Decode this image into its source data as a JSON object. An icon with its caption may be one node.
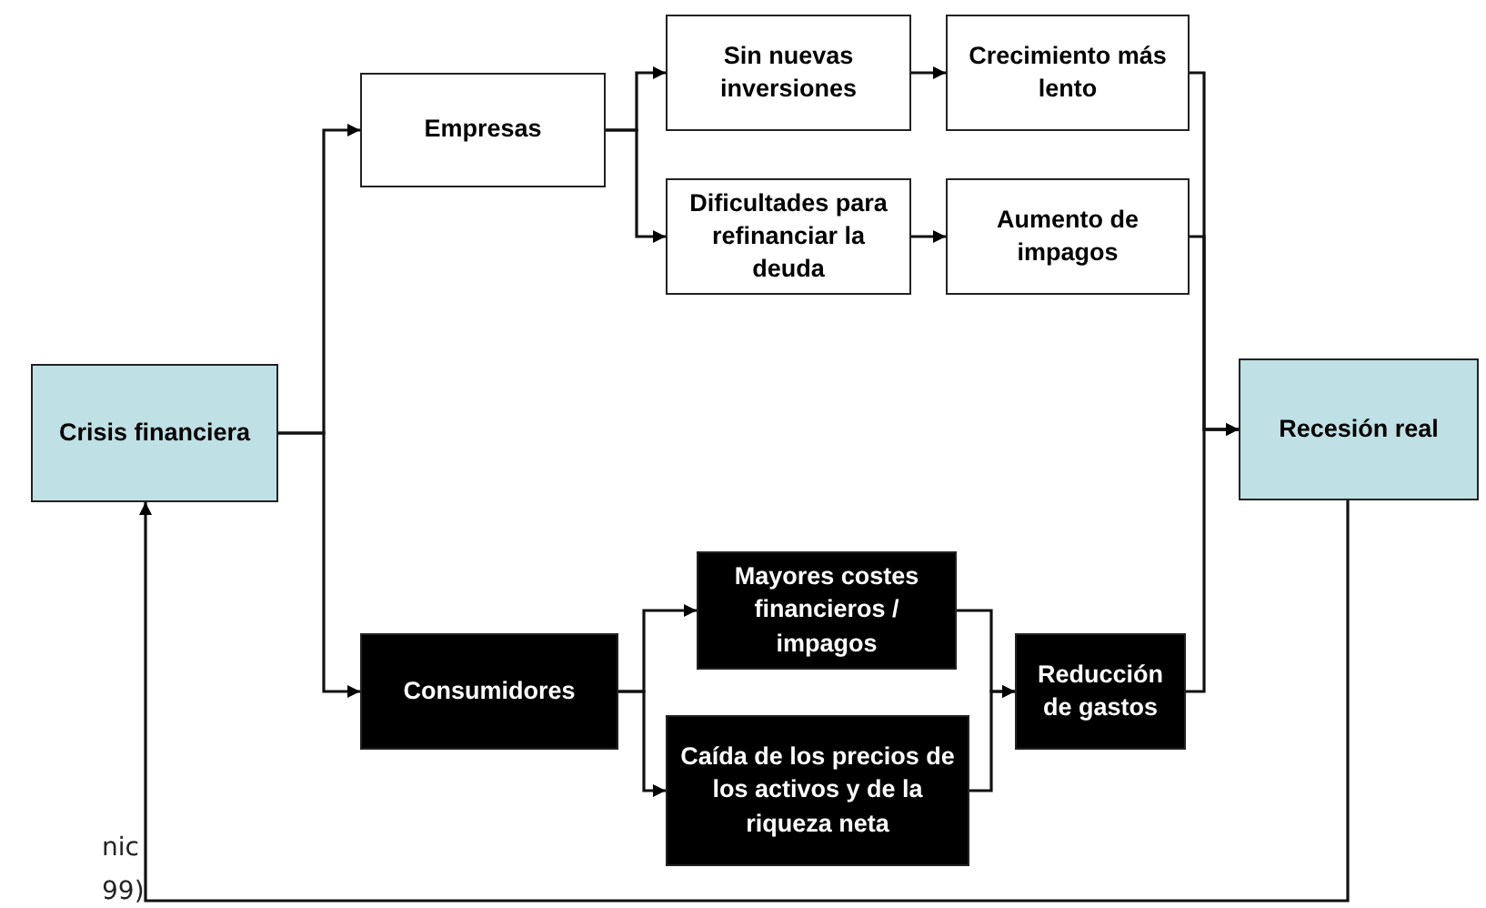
{
  "diagram": {
    "nodes": [
      {
        "text": [
          "Crisis financiera"
        ]
      },
      {
        "text": [
          "Empresas"
        ]
      },
      {
        "text": [
          "Sin nuevas inversiones"
        ]
      },
      {
        "text": [
          "Dificultades para refinanciar la deuda"
        ]
      },
      {
        "text": [
          "Crecimiento más lento"
        ]
      },
      {
        "text": [
          "Aumento de impagos"
        ]
      },
      {
        "text": [
          "Recesión real"
        ]
      },
      {
        "text": [
          "Consumidores"
        ]
      },
      {
        "text": [
          "Mayores costes financieros / impagos"
        ]
      },
      {
        "text": [
          "Caída de los precios de los activos y de la riqueza neta"
        ]
      },
      {
        "text": [
          "Reducción de gastos"
        ]
      }
    ],
    "edges": [
      {
        "from": 0,
        "to": 1,
        "arrow": "to"
      },
      {
        "from": 0,
        "to": 7,
        "arrow": "to"
      },
      {
        "from": 1,
        "to": 2,
        "arrow": "to"
      },
      {
        "from": 1,
        "to": 3,
        "arrow": "to"
      },
      {
        "from": 2,
        "to": 4,
        "arrow": "to"
      },
      {
        "from": 3,
        "to": 5,
        "arrow": "to"
      },
      {
        "from": 4,
        "to": 6,
        "arrow": "to"
      },
      {
        "from": 5,
        "to": 6,
        "arrow": "to"
      },
      {
        "from": 7,
        "to": 8,
        "arrow": "to"
      },
      {
        "from": 7,
        "to": 9,
        "arrow": "to"
      },
      {
        "from": 8,
        "to": 10,
        "arrow": "to"
      },
      {
        "from": 9,
        "to": 10,
        "arrow": "to"
      },
      {
        "from": 10,
        "to": 6,
        "arrow": "to"
      },
      {
        "from": 6,
        "to": 0,
        "arrow": "to"
      }
    ],
    "labels": [
      "nic",
      "99)"
    ]
  }
}
